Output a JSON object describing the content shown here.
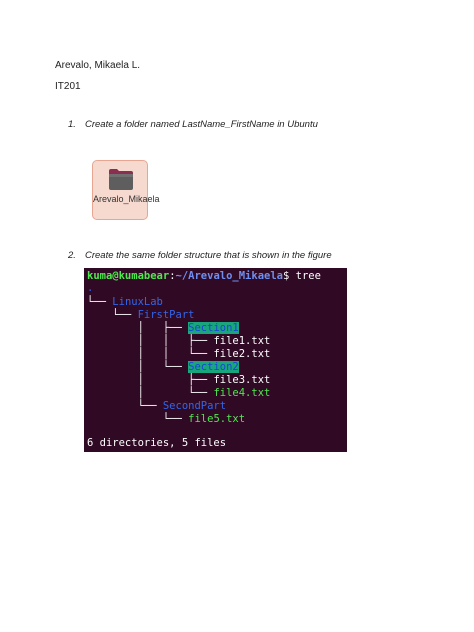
{
  "header": {
    "name": "Arevalo, Mikaela L.",
    "course": "IT201"
  },
  "items": [
    {
      "num": "1.",
      "text": "Create a folder named LastName_FirstName in Ubuntu"
    },
    {
      "num": "2.",
      "text": "Create the same folder structure that is shown in the figure"
    }
  ],
  "folder": {
    "label": "Arevalo_Mikaela",
    "icon": "folder-icon"
  },
  "terminal": {
    "prompt_user": "kuma@kumabear",
    "prompt_sep": ":",
    "prompt_path": "~/Arevalo_Mikaela",
    "prompt_symbol": "$",
    "command": " tree",
    "tree": {
      "root": ".",
      "linuxlab": "LinuxLab",
      "firstpart": "FirstPart",
      "section1": "Section1",
      "file1": "file1.txt",
      "file2": "file2.txt",
      "section2": "Section2",
      "file3": "file3.txt",
      "file4": "file4.txt",
      "secondpart": "SecondPart",
      "file5": "file5.txt"
    },
    "summary": "6 directories, 5 files",
    "colors": {
      "background": "#300a24",
      "user": "#4ee94e",
      "directory": "#3465e8",
      "highlight": "#1aa67d"
    }
  }
}
